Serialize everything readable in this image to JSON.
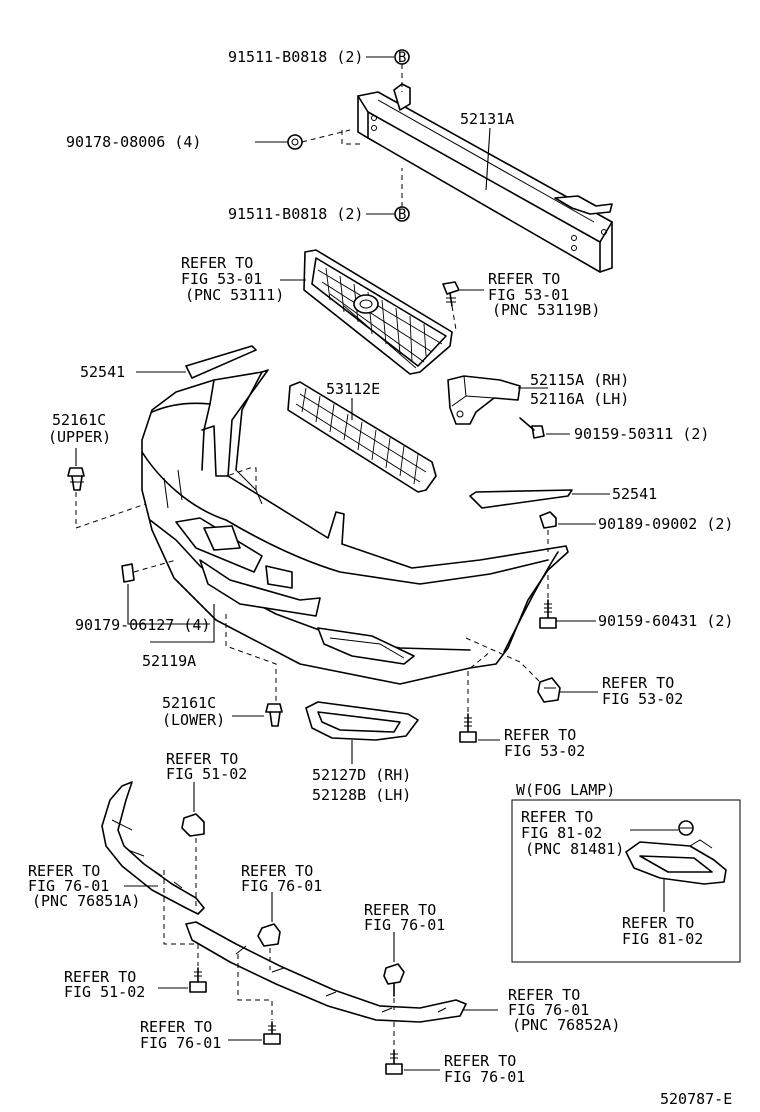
{
  "labels": {
    "bolt_top": "91511-B0818 (2)",
    "bolt_top_ref": "B",
    "nut_left": "90178-08006 (4)",
    "reinforcement": "52131A",
    "bolt_mid": "91511-B0818 (2)",
    "bolt_mid_ref": "B",
    "grille_ref_1": "REFER TO",
    "grille_ref_2": "FIG 53-01",
    "grille_ref_3": "(PNC 53111)",
    "clip_ref_1": "REFER TO",
    "clip_ref_2": "FIG 53-01",
    "clip_ref_3": "(PNC 53119B)",
    "molding_left": "52541",
    "lower_grille": "53112E",
    "bracket_rh": "52115A (RH)",
    "bracket_lh": "52116A (LH)",
    "screw_bracket": "90159-50311 (2)",
    "retainer_upper_1": "52161C",
    "retainer_upper_2": "(UPPER)",
    "molding_right": "52541",
    "clip_right": "90189-09002 (2)",
    "nut_left_lower": "90179-06127 (4)",
    "screw_right": "90159-60431 (2)",
    "bumper_cover": "52119A",
    "ref_5302_a_1": "REFER TO",
    "ref_5302_a_2": "FIG 53-02",
    "retainer_lower_1": "52161C",
    "retainer_lower_2": "(LOWER)",
    "ref_5302_b_1": "REFER TO",
    "ref_5302_b_2": "FIG 53-02",
    "foglamp_cover_rh": "52127D (RH)",
    "foglamp_cover_lh": "52128B (LH)",
    "ref_5102_a_1": "REFER TO",
    "ref_5102_a_2": "FIG 51-02",
    "fog_title": "W(FOG LAMP)",
    "fog_ref1_1": "REFER TO",
    "fog_ref1_2": "FIG 81-02",
    "fog_ref1_3": "(PNC 81481)",
    "fog_ref2_1": "REFER TO",
    "fog_ref2_2": "FIG 81-02",
    "spoiler_l_1": "REFER TO",
    "spoiler_l_2": "FIG 76-01",
    "spoiler_l_3": "(PNC 76851A)",
    "ref_7601_a_1": "REFER TO",
    "ref_7601_a_2": "FIG 76-01",
    "ref_7601_b_1": "REFER TO",
    "ref_7601_b_2": "FIG 76-01",
    "ref_5102_b_1": "REFER TO",
    "ref_5102_b_2": "FIG 51-02",
    "spoiler_r_1": "REFER TO",
    "spoiler_r_2": "FIG 76-01",
    "spoiler_r_3": "(PNC 76852A)",
    "ref_7601_c_1": "REFER TO",
    "ref_7601_c_2": "FIG 76-01",
    "ref_7601_d_1": "REFER TO",
    "ref_7601_d_2": "FIG 76-01",
    "drawing_number": "520787-E"
  }
}
